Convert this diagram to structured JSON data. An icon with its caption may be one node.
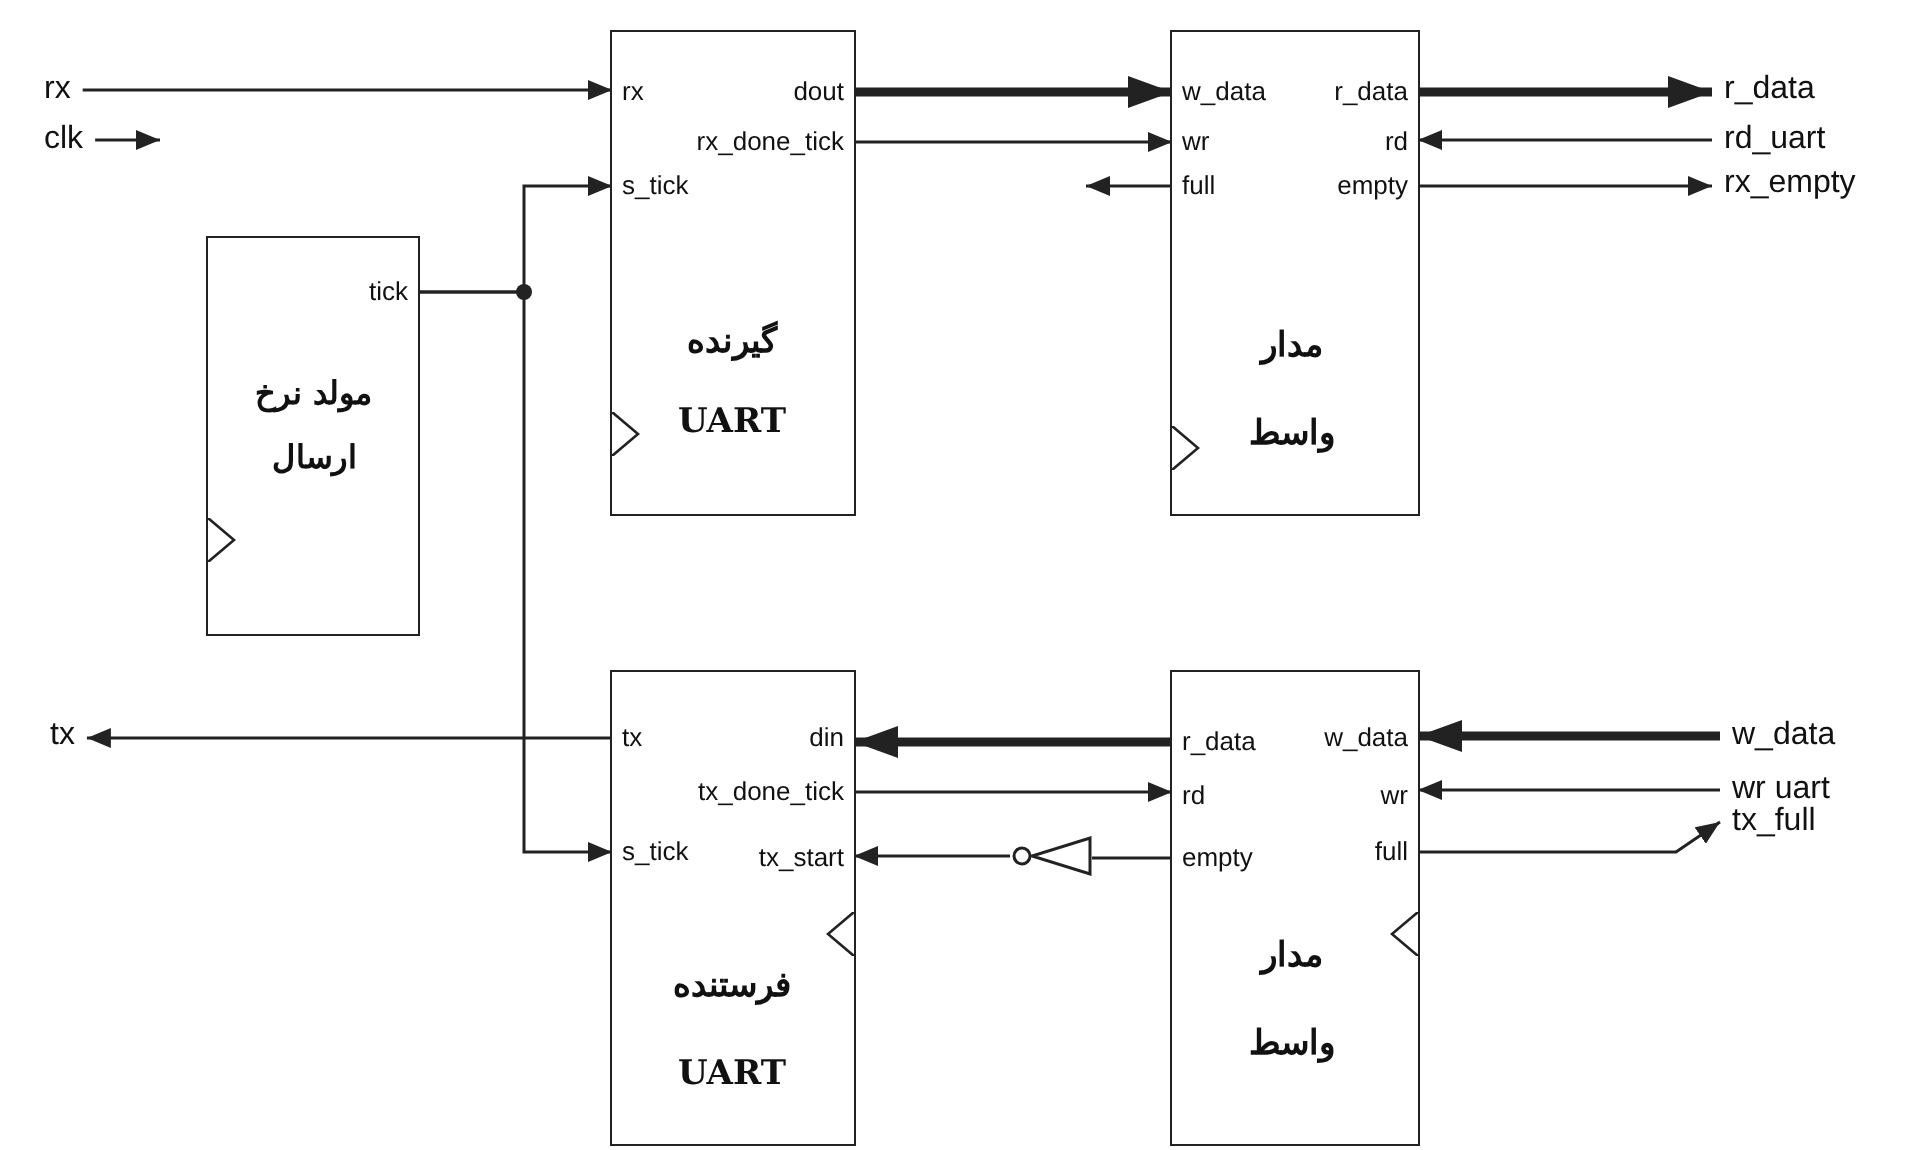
{
  "diagram": {
    "nodes": [
      {
        "text": [
          "مولد نرخ ارسال"
        ]
      },
      {
        "text": [
          "tick"
        ],
        "in": 0
      },
      {
        "text": [
          "گیرنده UART"
        ]
      },
      {
        "text": [
          "rx"
        ],
        "in": 2
      },
      {
        "text": [
          "s_tick"
        ],
        "in": 2
      },
      {
        "text": [
          "dout"
        ],
        "in": 2
      },
      {
        "text": [
          "rx_done_tick"
        ],
        "in": 2
      },
      {
        "text": [
          "مدار واسط"
        ]
      },
      {
        "text": [
          "w_data"
        ],
        "in": 7
      },
      {
        "text": [
          "wr"
        ],
        "in": 7
      },
      {
        "text": [
          "full"
        ],
        "in": 7
      },
      {
        "text": [
          "r_data"
        ],
        "in": 7
      },
      {
        "text": [
          "rd"
        ],
        "in": 7
      },
      {
        "text": [
          "empty"
        ],
        "in": 7
      },
      {
        "text": [
          "فرستنده UART"
        ]
      },
      {
        "text": [
          "tx"
        ],
        "in": 14
      },
      {
        "text": [
          "s_tick"
        ],
        "in": 14
      },
      {
        "text": [
          "din"
        ],
        "in": 14
      },
      {
        "text": [
          "tx_done_tick"
        ],
        "in": 14
      },
      {
        "text": [
          "tx_start"
        ],
        "in": 14
      },
      {
        "text": [
          "مدار واسط"
        ]
      },
      {
        "text": [
          "r_data"
        ],
        "in": 20
      },
      {
        "text": [
          "rd"
        ],
        "in": 20
      },
      {
        "text": [
          "empty"
        ],
        "in": 20
      },
      {
        "text": [
          "w_data"
        ],
        "in": 20
      },
      {
        "text": [
          "wr"
        ],
        "in": 20
      },
      {
        "text": [
          "full"
        ],
        "in": 20
      },
      {
        "text": [
          "rx"
        ]
      },
      {
        "text": [
          "clk"
        ]
      },
      {
        "text": [
          "r_data"
        ]
      },
      {
        "text": [
          "rd_uart"
        ]
      },
      {
        "text": [
          "rx_empty"
        ]
      },
      {
        "text": [
          "tx"
        ]
      },
      {
        "text": [
          "w_data"
        ]
      },
      {
        "text": [
          "wr uart"
        ]
      },
      {
        "text": [
          "tx_full"
        ]
      },
      {
        "text": [],
        "shape": "triangle"
      }
    ],
    "edges": [
      {
        "from": 27,
        "to": 3,
        "arrow": "to"
      },
      {
        "from": 28,
        "to": null,
        "arrow": "to"
      },
      {
        "from": 1,
        "to": 4,
        "arrow": "to"
      },
      {
        "from": 1,
        "to": 16,
        "arrow": "to"
      },
      {
        "from": 5,
        "to": 8,
        "arrow": "to",
        "style": "thick"
      },
      {
        "from": 6,
        "to": 9,
        "arrow": "to"
      },
      {
        "from": 10,
        "to": null,
        "arrow": "to"
      },
      {
        "from": 11,
        "to": 29,
        "arrow": "to",
        "style": "thick"
      },
      {
        "from": 30,
        "to": 12,
        "arrow": "to"
      },
      {
        "from": 13,
        "to": 31,
        "arrow": "to"
      },
      {
        "from": 15,
        "to": 32,
        "arrow": "to"
      },
      {
        "from": 21,
        "to": 17,
        "arrow": "to",
        "style": "thick"
      },
      {
        "from": 18,
        "to": 22,
        "arrow": "to"
      },
      {
        "from": 23,
        "to": 36,
        "arrow": "none"
      },
      {
        "from": 36,
        "to": 19,
        "arrow": "to"
      },
      {
        "from": 33,
        "to": 24,
        "arrow": "to",
        "style": "thick"
      },
      {
        "from": 34,
        "to": 25,
        "arrow": "to"
      },
      {
        "from": 26,
        "to": 35,
        "arrow": "to"
      }
    ]
  }
}
